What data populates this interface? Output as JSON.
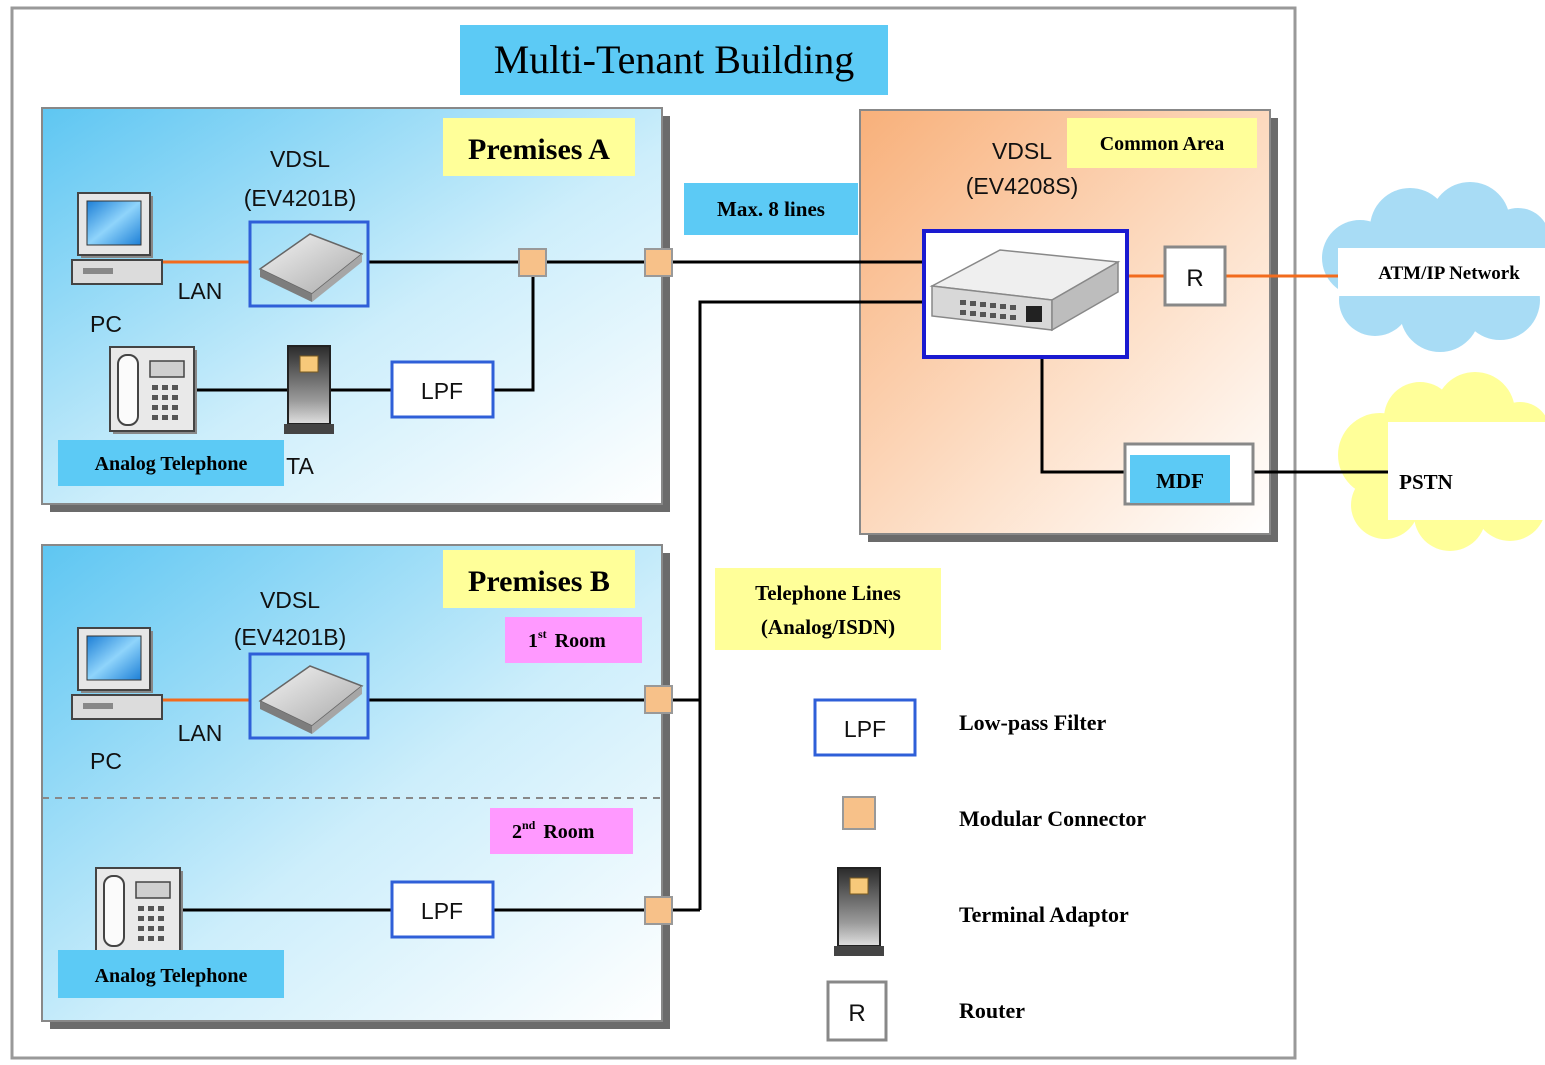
{
  "title": "Multi-Tenant Building",
  "premises_a": {
    "label": "Premises A",
    "vdsl_line1": "VDSL",
    "vdsl_line2": "(EV4201B)",
    "lan": "LAN",
    "pc": "PC",
    "lpf": "LPF",
    "ta": "TA",
    "phone": "Analog Telephone"
  },
  "premises_b": {
    "label": "Premises B",
    "vdsl_line1": "VDSL",
    "vdsl_line2": "(EV4201B)",
    "room1_num": "1",
    "room1_sup": "st",
    "room1_word": "Room",
    "room2_num": "2",
    "room2_sup": "nd",
    "room2_word": "Room",
    "lan": "LAN",
    "pc": "PC",
    "lpf": "LPF",
    "phone": "Analog Telephone"
  },
  "max_lines": "Max. 8 lines",
  "tel_lines_1": "Telephone Lines",
  "tel_lines_2": "(Analog/ISDN)",
  "common_area": {
    "label": "Common Area",
    "vdsl_line1": "VDSL",
    "vdsl_line2": "(EV4208S)",
    "router": "R",
    "mdf": "MDF"
  },
  "atm_network": "ATM/IP Network",
  "pstn": "PSTN",
  "legend": {
    "lpf_symbol": "LPF",
    "lpf": "Low-pass Filter",
    "connector": "Modular Connector",
    "ta": "Terminal Adaptor",
    "router_symbol": "R",
    "router": "Router"
  },
  "colors": {
    "label_blue": "#5ccaf5",
    "label_yellow": "#ffff99",
    "label_pink": "#ff99ff",
    "cloud_blue": "#a8dcf5",
    "cloud_yellow": "#ffff99",
    "connector": "#f7c189",
    "lpf_border": "#2f5fd8",
    "lan_line": "#f26b1d"
  }
}
